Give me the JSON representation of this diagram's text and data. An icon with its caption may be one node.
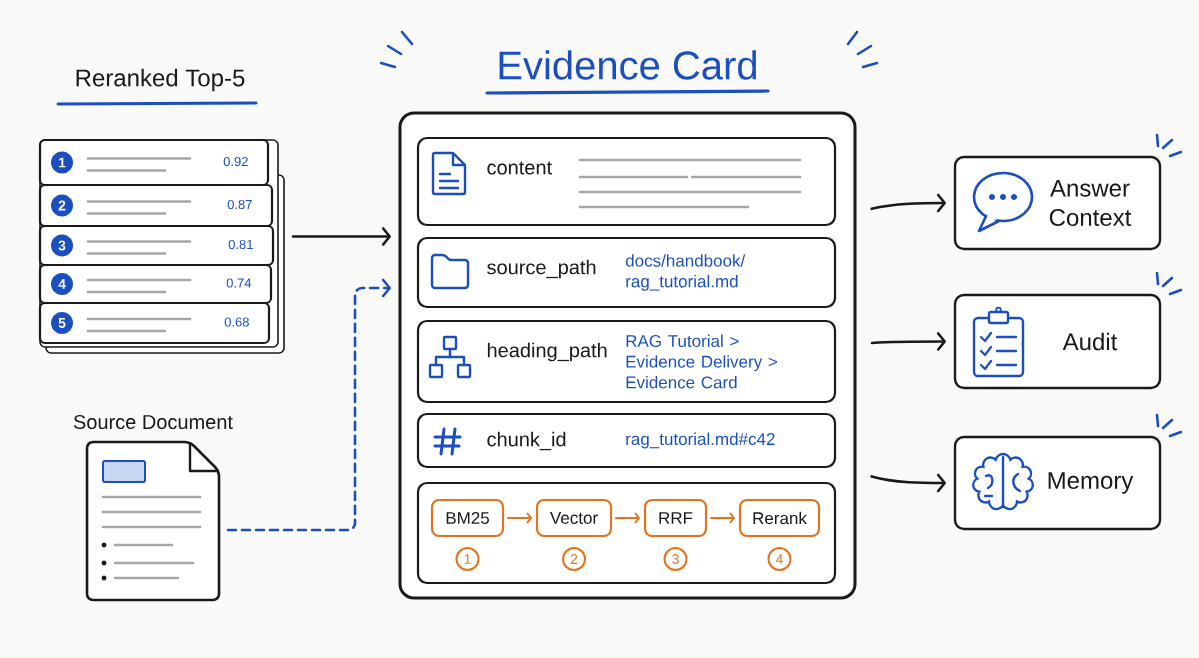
{
  "diagram": {
    "nodes": [
      {
        "text": [
          "Reranked Top-5"
        ]
      },
      {
        "text": [
          "1",
          "0.92"
        ],
        "in": 0
      },
      {
        "text": [
          "2",
          "0.87"
        ],
        "in": 0
      },
      {
        "text": [
          "3",
          "0.81"
        ],
        "in": 0
      },
      {
        "text": [
          "4",
          "0.74"
        ],
        "in": 0
      },
      {
        "text": [
          "5",
          "0.68"
        ],
        "in": 0
      },
      {
        "text": [
          "Source Document"
        ]
      },
      {
        "text": [
          "Evidence Card"
        ]
      },
      {
        "text": [
          "content"
        ],
        "in": 7
      },
      {
        "text": [
          "source_path",
          "docs/handbook/ rag_tutorial.md"
        ],
        "in": 7
      },
      {
        "text": [
          "heading_path",
          "RAG Tutorial > Evidence Delivery > Evidence Card"
        ],
        "in": 7
      },
      {
        "text": [
          "chunk_id",
          "rag_tutorial.md#c42"
        ],
        "in": 7
      },
      {
        "text": [],
        "shape": "box",
        "in": 7
      },
      {
        "text": [
          "BM25"
        ],
        "in": 12,
        "beside": [
          "1"
        ]
      },
      {
        "text": [
          "Vector"
        ],
        "in": 12,
        "beside": [
          "2"
        ]
      },
      {
        "text": [
          "RRF"
        ],
        "in": 12,
        "beside": [
          "3"
        ]
      },
      {
        "text": [
          "Rerank"
        ],
        "in": 12,
        "beside": [
          "4"
        ]
      },
      {
        "text": [
          "Answer Context"
        ]
      },
      {
        "text": [
          "Audit"
        ]
      },
      {
        "text": [
          "Memory"
        ]
      }
    ],
    "edges": [
      {
        "from": 0,
        "to": 7,
        "arrow": "to"
      },
      {
        "from": 6,
        "to": 7,
        "arrow": "to",
        "style": "dashed",
        "color": "#1b4fbf"
      },
      {
        "from": 13,
        "to": 14,
        "arrow": "to",
        "color": "#e2731f"
      },
      {
        "from": 14,
        "to": 15,
        "arrow": "to",
        "color": "#e2731f"
      },
      {
        "from": 15,
        "to": 16,
        "arrow": "to",
        "color": "#e2731f"
      },
      {
        "from": 7,
        "to": 17,
        "arrow": "to"
      },
      {
        "from": 7,
        "to": 18,
        "arrow": "to"
      },
      {
        "from": 7,
        "to": 19,
        "arrow": "to"
      }
    ]
  }
}
